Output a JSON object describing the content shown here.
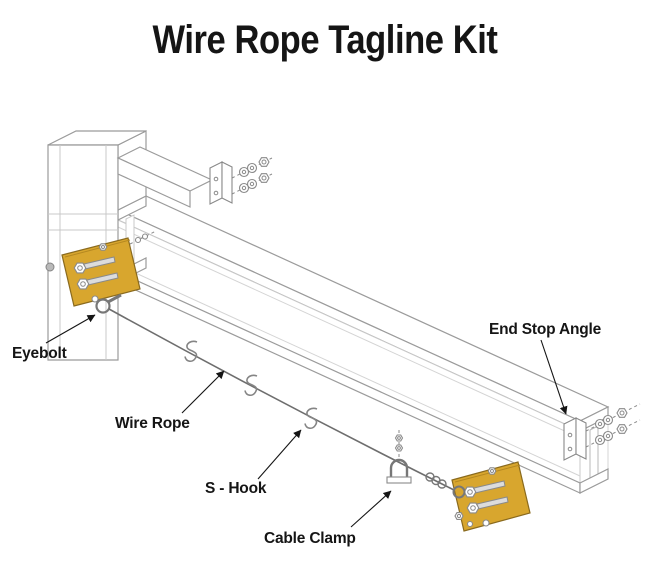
{
  "title": "Wire Rope Tagline Kit",
  "labels": {
    "eyebolt": "Eyebolt",
    "wire_rope": "Wire Rope",
    "s_hook": "S - Hook",
    "cable_clamp": "Cable Clamp",
    "end_stop_angle": "End Stop Angle"
  },
  "colors": {
    "background": "#ffffff",
    "line_art": "#9b9b9b",
    "hardware_line": "#8a8a8a",
    "rope": "#6e6e6e",
    "bracket_fill": "#d8a62e",
    "bracket_outline": "#8a6a1e",
    "text": "#151515"
  }
}
